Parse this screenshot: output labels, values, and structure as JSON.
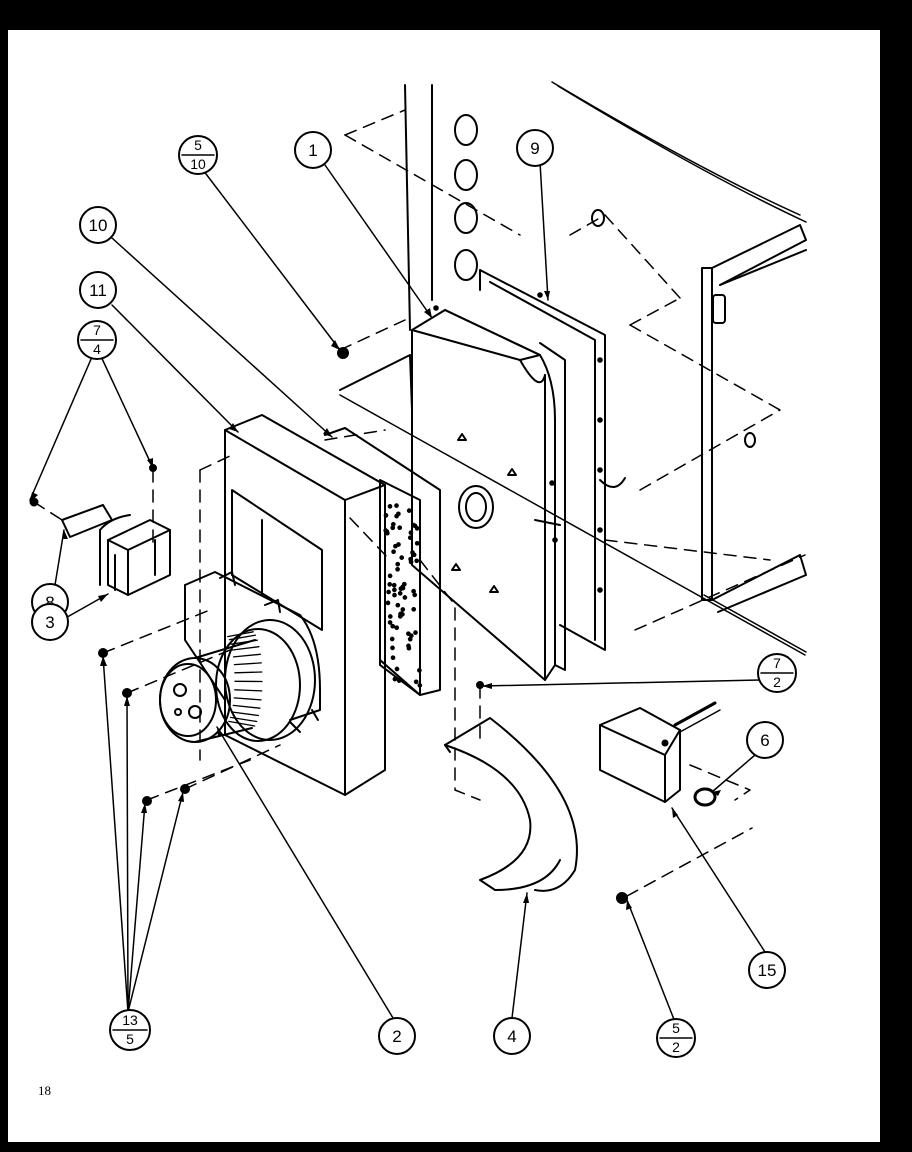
{
  "page_number": "18",
  "callouts": {
    "c1": "1",
    "c2": "2",
    "c3": "3",
    "c4": "4",
    "c6": "6",
    "c8": "8",
    "c9": "9",
    "c10": "10",
    "c11": "11",
    "c15": "15"
  },
  "fractions": {
    "f_5_10": {
      "top": "5",
      "bottom": "10"
    },
    "f_7_4": {
      "top": "7",
      "bottom": "4"
    },
    "f_7_2": {
      "top": "7",
      "bottom": "2"
    },
    "f_13_5": {
      "top": "13",
      "bottom": "5"
    },
    "f_5_2": {
      "top": "5",
      "bottom": "2"
    }
  }
}
